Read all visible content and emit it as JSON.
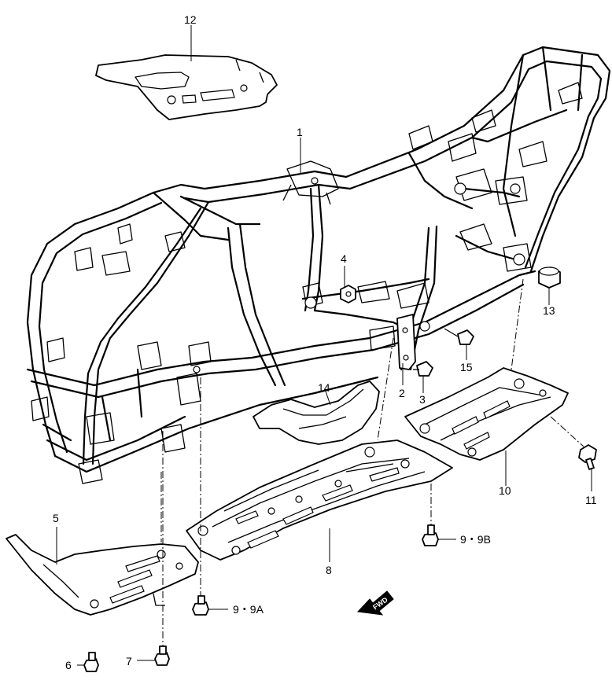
{
  "callouts": {
    "c1": "1",
    "c2": "2",
    "c3": "3",
    "c4": "4",
    "c5": "5",
    "c6": "6",
    "c7": "7",
    "c8": "8",
    "c9a": "9・9A",
    "c9b": "9・9B",
    "c10": "10",
    "c11": "11",
    "c12": "12",
    "c13": "13",
    "c14": "14",
    "c15": "15"
  },
  "direction_arrow": {
    "text": "FWD",
    "icon": "forward-arrow-icon"
  },
  "colors": {
    "ink": "#000000",
    "paper": "#ffffff"
  }
}
